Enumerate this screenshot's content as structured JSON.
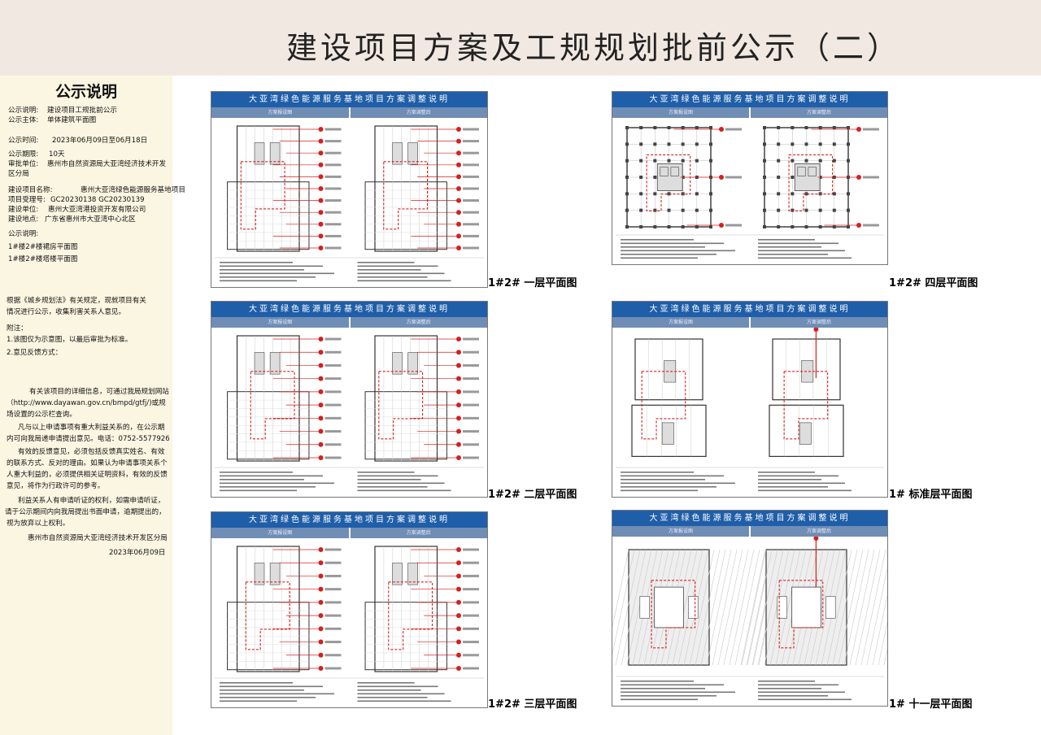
{
  "banner": {
    "title": "建设项目方案及工规规划批前公示（二）"
  },
  "notice": {
    "heading": "公示说明",
    "rows": [
      {
        "label": "公示说明:",
        "value": "建设项目工规批前公示"
      },
      {
        "label": "公示主体:",
        "value": "单体建筑平面图"
      },
      {
        "label": "公示时间:",
        "value": "2023年06月09日至06月18日"
      },
      {
        "label": "公示期限:",
        "value": "10天"
      },
      {
        "label": "审批单位:",
        "value": "惠州市自然资源局大亚湾经济技术开发"
      },
      {
        "label": "",
        "value": "区分局"
      },
      {
        "label": "建设项目名称:",
        "value": "惠州大亚湾绿色能源服务基地项目"
      },
      {
        "label": "项目受理号:",
        "value": "GC20230138  GC20230139"
      },
      {
        "label": "建设单位:",
        "value": "惠州大亚湾港投资开发有限公司"
      },
      {
        "label": "建设地点:",
        "value": "广东省惠州市大亚湾中心北区"
      },
      {
        "label": "公示说明:",
        "value": ""
      },
      {
        "label": "",
        "value": "1#楼2#楼裙房平面图"
      },
      {
        "label": "",
        "value": "1#楼2#楼塔楼平面图"
      }
    ],
    "body": [
      "根据《城乡规划法》有关规定，现就项目有关",
      "情况进行公示，收集利害关系人意见。",
      "附注：",
      "1.该图仅为示意图，以最后审批为标准。",
      "2.意见反馈方式：",
      "有关该项目的详细信息，可通过我局规划网站",
      "（http://www.dayawan.gov.cn/bmpd/gtfj/)或规",
      "场设置的公示栏查询。",
      "凡与以上申请事项有重大利益关系的，在公示期",
      "内可向我局递申请提出意见。电话：0752-5577926",
      "有效的反馈意见，必须包括反馈真实姓名、有效",
      "的联系方式、反对的理由。如果认为申请事项关系个",
      "人重大利益的，必须提供相关证明资料，有效的反馈",
      "意见，将作为行政许可的参考。",
      "利益关系人有申请听证的权利，如需申请听证，",
      "请于公示期间内向我局提出书面申请，逾期提出的，",
      "视为放弃以上权利。",
      "惠州市自然资源局大亚湾经济技术开发区分局",
      "2023年06月09日"
    ]
  },
  "sheets": [
    {
      "header": "大亚湾绿色能源服务基地项目方案调整说明",
      "left_tab": "方案报设图",
      "right_tab": "方案调整后",
      "caption": "1#2# 一层平面图"
    },
    {
      "header": "大亚湾绿色能源服务基地项目方案调整说明",
      "left_tab": "方案报设图",
      "right_tab": "方案调整后",
      "caption": "1#2# 四层平面图"
    },
    {
      "header": "大亚湾绿色能源服务基地项目方案调整说明",
      "left_tab": "方案报设图",
      "right_tab": "方案调整后",
      "caption": "1#2# 二层平面图"
    },
    {
      "header": "大亚湾绿色能源服务基地项目方案调整说明",
      "left_tab": "方案报设图",
      "right_tab": "方案调整后",
      "caption": "1# 标准层平面图"
    },
    {
      "header": "大亚湾绿色能源服务基地项目方案调整说明",
      "left_tab": "方案报设图",
      "right_tab": "方案调整后",
      "caption": "1#2# 三层平面图"
    },
    {
      "header": "大亚湾绿色能源服务基地项目方案调整说明",
      "left_tab": "方案报设图",
      "right_tab": "方案调整后",
      "caption": "1# 十一层平面图"
    }
  ],
  "colors": {
    "header_blue": "#1f5ea8",
    "markup_red": "#d42020",
    "panel_bg": "#fbf6e2",
    "banner_bg": "#f1e9e1"
  }
}
